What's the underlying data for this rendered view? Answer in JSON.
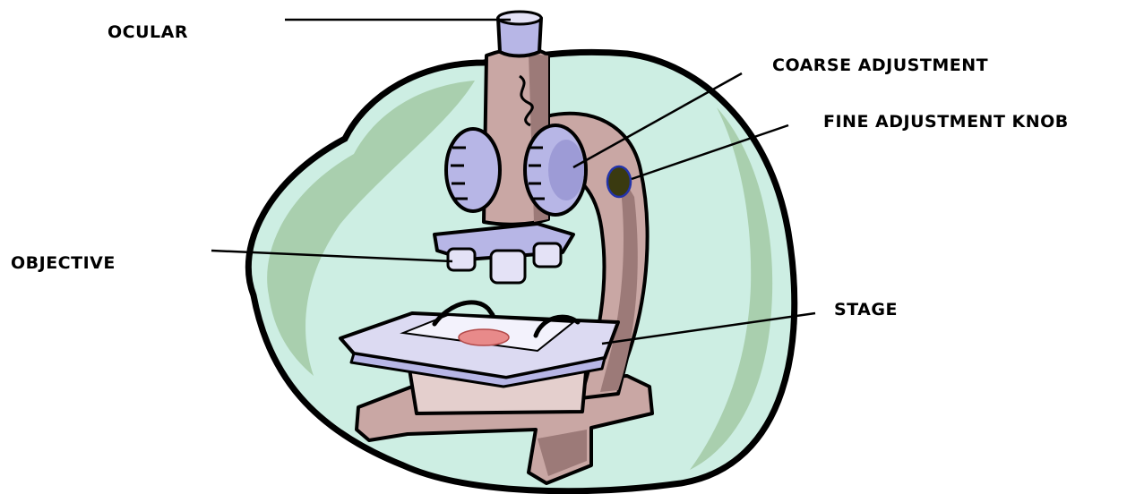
{
  "labels": {
    "ocular": "OCULAR",
    "coarse_adjustment": "COARSE ADJUSTMENT",
    "fine_adjustment_knob": "FINE ADJUSTMENT KNOB",
    "objective": "OBJECTIVE",
    "stage": "STAGE"
  },
  "colors": {
    "background_blob": "#cdeee3",
    "blob_shadow": "#a9cfae",
    "body_tan": "#c9a7a4",
    "body_shadow": "#9c7a78",
    "metal_lavender": "#b7b6e6",
    "metal_light": "#e4e2f6",
    "fine_knob": "#3a3a10",
    "fine_knob_ring": "#2233aa",
    "specimen": "#e88a8a",
    "outline": "#000000"
  }
}
